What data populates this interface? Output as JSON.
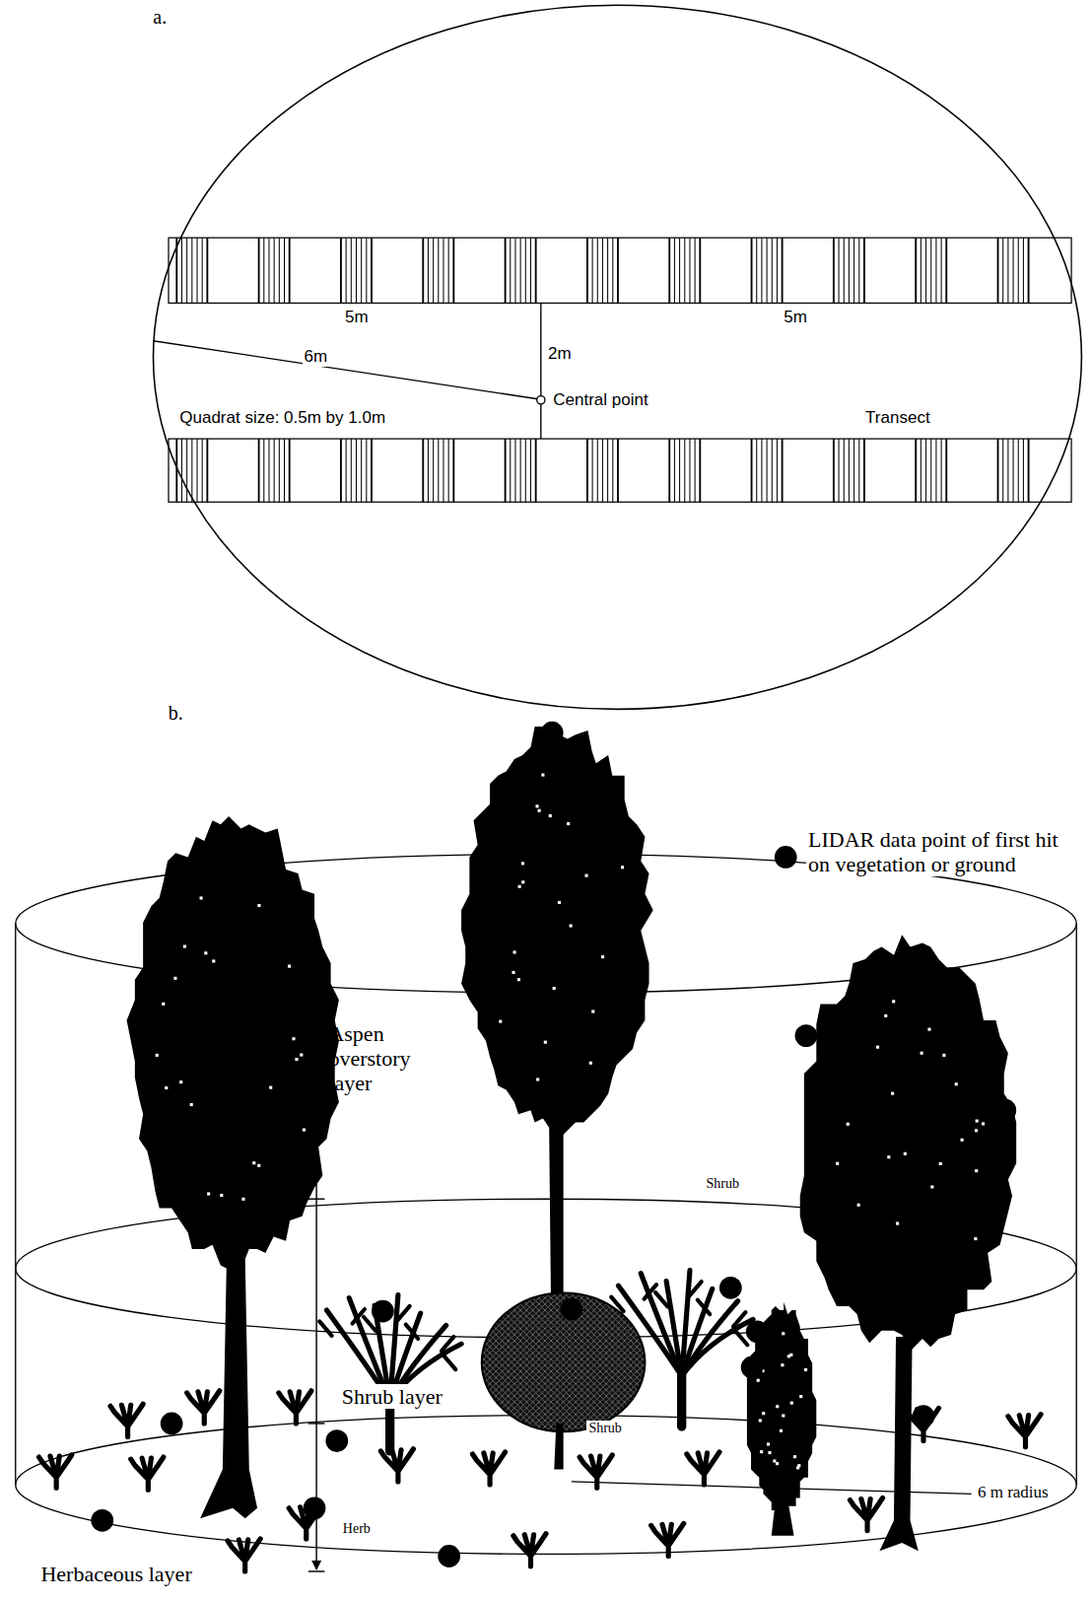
{
  "diagram": {
    "labels": [
      "a.",
      "5m",
      "5m",
      "6m",
      "2m",
      "Central point",
      "Quadrat size: 0.5m by 1.0m",
      "Transect",
      "b.",
      "LIDAR data point of first hit on vegetation or ground",
      "Aspen overstory layer",
      "Shrub",
      "Shrub layer",
      "Shrub",
      "Herb",
      "6 m radius",
      "Herbaceous layer"
    ]
  }
}
